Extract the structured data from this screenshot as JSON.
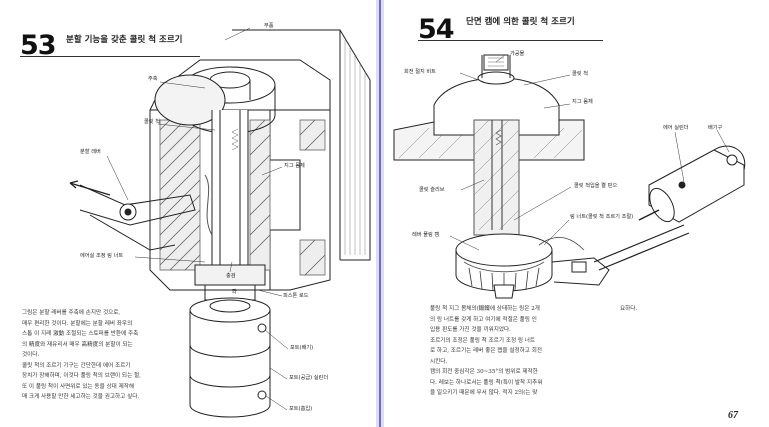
{
  "left_page": {
    "section_number": "53",
    "title": "분할 기능을 갖춘 콜릿 척 조르기",
    "labels": {
      "boo": "부품",
      "jujeo": "주축",
      "collet_chuck": "콜릿 척",
      "bunhal_lever": "분할 레버",
      "jig_body": "지그 몸체",
      "air_nut": "에어실 조정 링 너트",
      "chungam": "충검",
      "jwa": "좌",
      "pisuton_rod": "피스톤 로드",
      "port_a": "포트(배기)",
      "port_b": "포트(공급) 실린더",
      "port_c": "포트(흡입)"
    },
    "paragraphs": [
      "그림은 분할 레버를 주축에 손지만 것으로,",
      "매우 편리한 것이다. 분할에는 분할 레버 좌우의",
      "스톱 이 지레 激動 조절되는 스토퍼를 반환에 주축",
      "의 精度와 재유리서 매우 高精度의 분할이 되는",
      "것이다.",
      "  콜릿 척의 조르기 기구는 간단한데 에어 조르기",
      "장치가 장해하며, 이것다 풀링 척의 브랜이 되는 헐,",
      "또 이 풀링 척이 사면위로 있는 동을 상대 제작해",
      "매 크게 사용할 만한 세고하는 것을 권고하고 싶다."
    ]
  },
  "right_page": {
    "section_number": "54",
    "title": "단면 캠에 의한 콜릿 척 조르기",
    "labels": {
      "gagongmul": "가공물",
      "huijeon_bit": "회전 절지 비트",
      "collet_chuck": "콜릿 척",
      "jig_body": "지그 몸체",
      "collet_sleeve": "콜릿 슬리브",
      "chuck_pin": "콜릿 척입을 켤 핀으",
      "ring_nut": "링 너트(콜릿 척 조르기 조절)",
      "lever_pin": "레버 풀링 캠",
      "air_cylinder": "에어 실린더",
      "baegi": "배기구"
    },
    "paragraphs": [
      "풀링 척 지그 몸체의(鍛鐵에 상태하는 링은 2개",
      "의 링 너트를 갖게 하고 여기에 적절은 풀링 인",
      "입용 핀도를 가진 것을 끼워지었다.",
      "  조르기의 조정은 풀링 척 조르기 조정 링 너트",
      "로 하고, 조르기는 레버 좋은 랩을 설정하고 회전",
      "시킨다.",
      "  캠의 회전 중심각은 30~35°의 범위로 제작한",
      "다. 레보는 하나로서는 풀링 척(특이 발착 지추워",
      "을 일으키기 때문에 무서   않다. 적지 2의(는 맞"
    ],
    "side_text": "요하다.",
    "page_number": "67"
  }
}
